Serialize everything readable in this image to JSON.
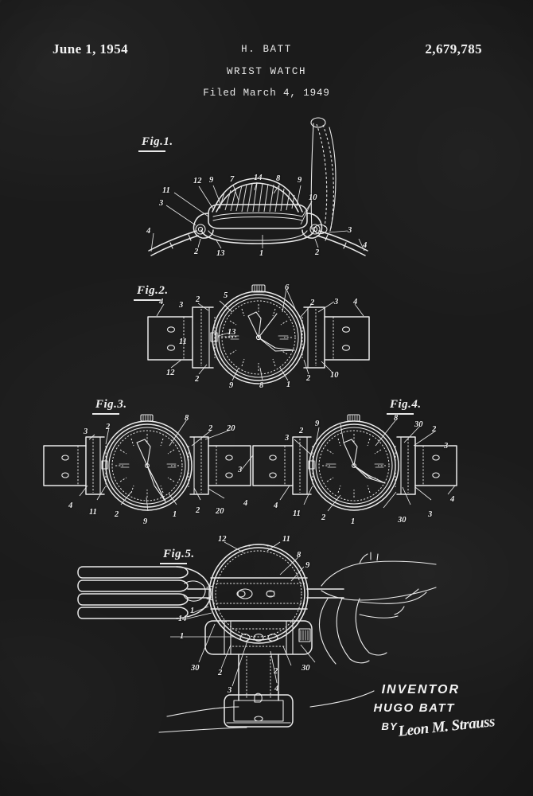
{
  "document": {
    "type": "patent-drawing-sheet",
    "background_color": "#1b1b1b",
    "ink_color": "#eaeaea"
  },
  "header": {
    "date": "June 1, 1954",
    "inventor_line": "H. BATT",
    "title": "WRIST WATCH",
    "filed": "Filed March 4, 1949",
    "patent_number": "2,679,785"
  },
  "figures": [
    {
      "label": "Fig.1.",
      "caption": "Fig.1.",
      "numerals": [
        "11",
        "12",
        "9",
        "7",
        "14",
        "8",
        "9",
        "10",
        "3",
        "4",
        "2",
        "13",
        "1",
        "2",
        "3",
        "4"
      ]
    },
    {
      "label": "Fig.2.",
      "caption": "Fig.2.",
      "numerals": [
        "5",
        "2",
        "3",
        "6",
        "2",
        "3",
        "4",
        "4",
        "11",
        "13",
        "12",
        "2",
        "9",
        "8",
        "1",
        "2",
        "10"
      ]
    },
    {
      "label": "Fig.3.",
      "caption": "Fig.3.",
      "numerals": [
        "3",
        "2",
        "8",
        "2",
        "20",
        "3",
        "4",
        "4",
        "11",
        "2",
        "9",
        "1",
        "2",
        "20"
      ]
    },
    {
      "label": "Fig.4.",
      "caption": "Fig.4.",
      "numerals": [
        "9",
        "2",
        "8",
        "30",
        "2",
        "3",
        "3",
        "4",
        "4",
        "11",
        "2",
        "1",
        "30",
        "3"
      ]
    },
    {
      "label": "Fig.5.",
      "caption": "Fig.5.",
      "numerals": [
        "12",
        "11",
        "8",
        "9",
        "1",
        "14",
        "1",
        "30",
        "2",
        "3",
        "2",
        "4",
        "30"
      ]
    }
  ],
  "signature": {
    "inventor_label": "INVENTOR",
    "inventor_name": "HUGO BATT",
    "by_label": "BY",
    "attorney_signature": "Leon M. Strauss"
  }
}
